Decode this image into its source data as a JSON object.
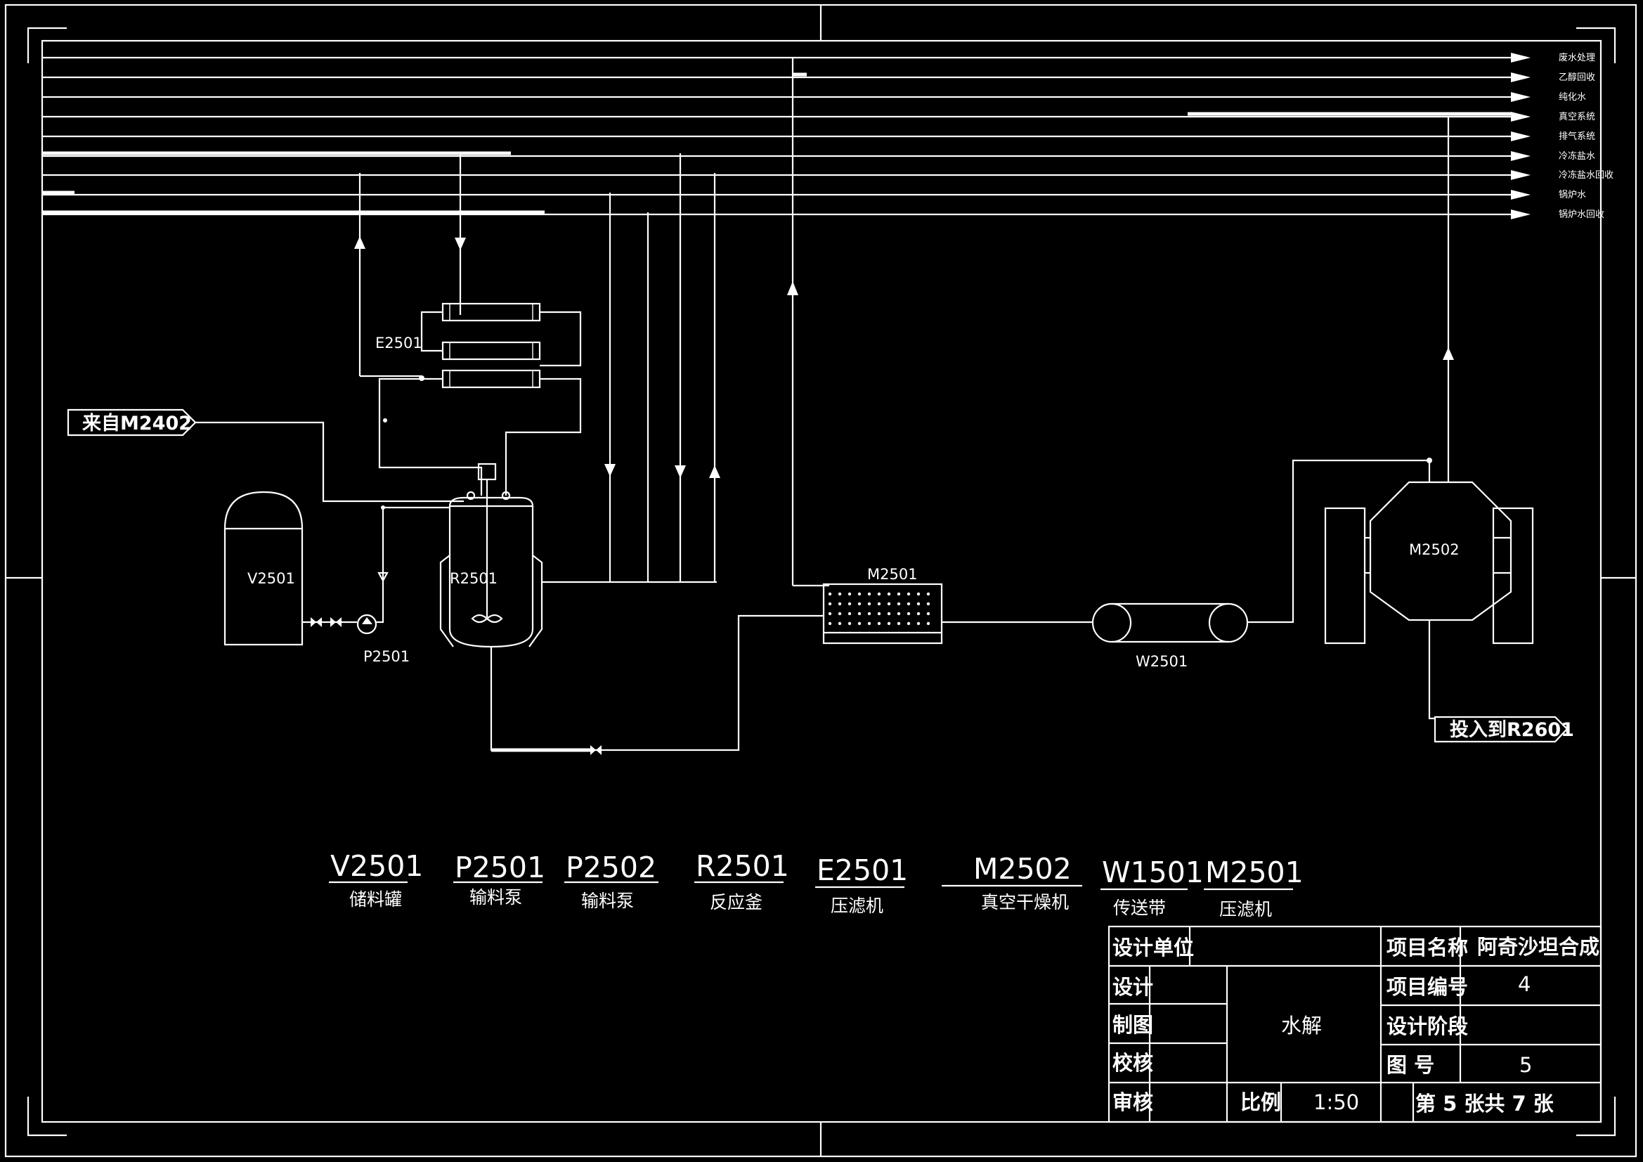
{
  "utility_lines": [
    "废水处理",
    "乙醇回收",
    "纯化水",
    "真空系统",
    "排气系统",
    "冷冻盐水",
    "冷冻盐水回收",
    "锅炉水",
    "锅炉水回收"
  ],
  "equipment_tags": {
    "v2501": "V2501",
    "p2501": "P2501",
    "r2501": "R2501",
    "e2501": "E2501",
    "m2501": "M2501",
    "w2501": "W2501",
    "m2502": "M2502"
  },
  "flags": {
    "inlet": "来自M2402",
    "outlet": "投入到R2601"
  },
  "legend": [
    {
      "tag": "V2501",
      "name": "储料罐"
    },
    {
      "tag": "P2501",
      "name": "输料泵"
    },
    {
      "tag": "P2502",
      "name": "输料泵"
    },
    {
      "tag": "R2501",
      "name": "反应釜"
    },
    {
      "tag": "E2501",
      "name": "压滤机"
    },
    {
      "tag": "M2502",
      "name": "真空干燥机"
    },
    {
      "tag": "W1501",
      "name": "传送带"
    },
    {
      "tag": "M2501",
      "name": "压滤机"
    }
  ],
  "title_block": {
    "design_unit_label": "设计单位",
    "design_unit_value": "",
    "project_name_label": "项目名称",
    "project_name_value": "阿奇沙坦合成",
    "design_label": "设计",
    "drawing_label": "制图",
    "check_label": "校核",
    "review_label": "审核",
    "drawing_title": "水解",
    "project_no_label": "项目编号",
    "project_no_value": "4",
    "design_stage_label": "设计阶段",
    "design_stage_value": "",
    "drawing_no_label": "图    号",
    "drawing_no_value": "5",
    "scale_label": "比例",
    "scale_value": "1:50",
    "sheet_text": "第  5   张共   7   张"
  }
}
